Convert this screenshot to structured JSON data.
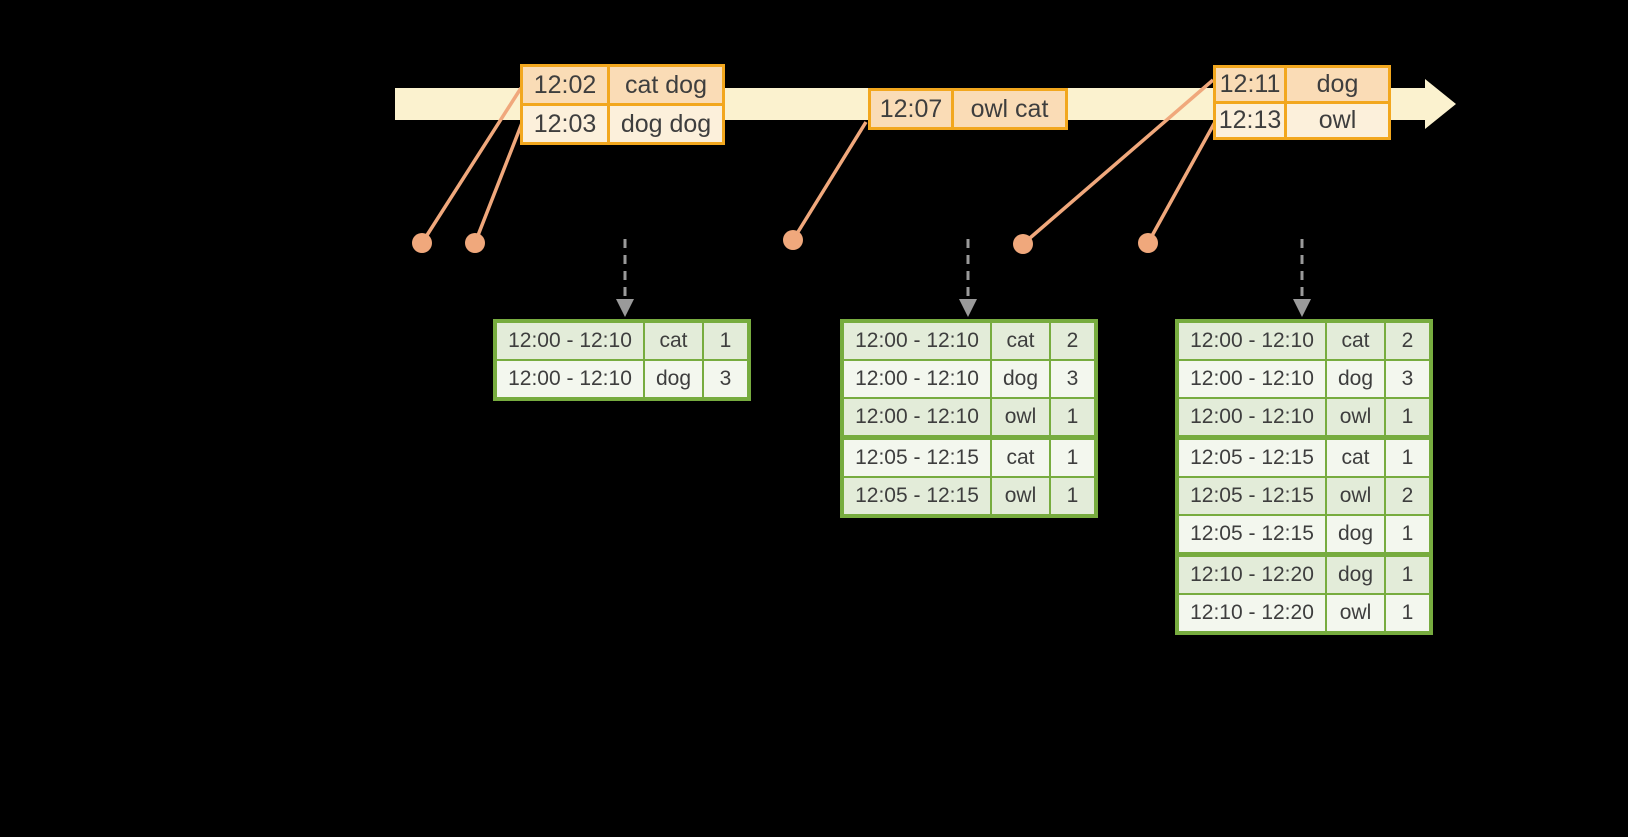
{
  "colors": {
    "background": "#000000",
    "timeline_fill": "#FBF2CF",
    "event_table_border": "#F2A71E",
    "event_row_peach": "#FADCB6",
    "event_row_cream": "#FCF0DB",
    "connector": "#F0A87C",
    "result_table_border": "#77AC3F",
    "result_row_green": "#E3ECD9",
    "result_row_light": "#F3F7EE",
    "trigger_arrow": "#9A9A9A",
    "cell_text": "#3E3E3E"
  },
  "icons": {
    "timeline_arrowhead": "right-arrowhead",
    "trigger_arrowhead": "down-arrowhead",
    "event_dot": "circle-dot"
  },
  "event_tables": [
    {
      "rows": [
        {
          "time": "12:02",
          "words": "cat dog"
        },
        {
          "time": "12:03",
          "words": "dog dog"
        }
      ]
    },
    {
      "rows": [
        {
          "time": "12:07",
          "words": "owl cat"
        }
      ]
    },
    {
      "rows": [
        {
          "time": "12:11",
          "words": "dog"
        },
        {
          "time": "12:13",
          "words": "owl"
        }
      ]
    }
  ],
  "result_tables": [
    {
      "rows": [
        {
          "window": "12:00 - 12:10",
          "word": "cat",
          "count": "1"
        },
        {
          "window": "12:00 - 12:10",
          "word": "dog",
          "count": "3"
        }
      ]
    },
    {
      "rows": [
        {
          "window": "12:00 - 12:10",
          "word": "cat",
          "count": "2"
        },
        {
          "window": "12:00 - 12:10",
          "word": "dog",
          "count": "3"
        },
        {
          "window": "12:00 - 12:10",
          "word": "owl",
          "count": "1"
        },
        {
          "window": "12:05 - 12:15",
          "word": "cat",
          "count": "1"
        },
        {
          "window": "12:05 - 12:15",
          "word": "owl",
          "count": "1"
        }
      ]
    },
    {
      "rows": [
        {
          "window": "12:00 - 12:10",
          "word": "cat",
          "count": "2"
        },
        {
          "window": "12:00 - 12:10",
          "word": "dog",
          "count": "3"
        },
        {
          "window": "12:00 - 12:10",
          "word": "owl",
          "count": "1"
        },
        {
          "window": "12:05 - 12:15",
          "word": "cat",
          "count": "1"
        },
        {
          "window": "12:05 - 12:15",
          "word": "owl",
          "count": "2"
        },
        {
          "window": "12:05 - 12:15",
          "word": "dog",
          "count": "1"
        },
        {
          "window": "12:10 - 12:20",
          "word": "dog",
          "count": "1"
        },
        {
          "window": "12:10 - 12:20",
          "word": "owl",
          "count": "1"
        }
      ]
    }
  ]
}
